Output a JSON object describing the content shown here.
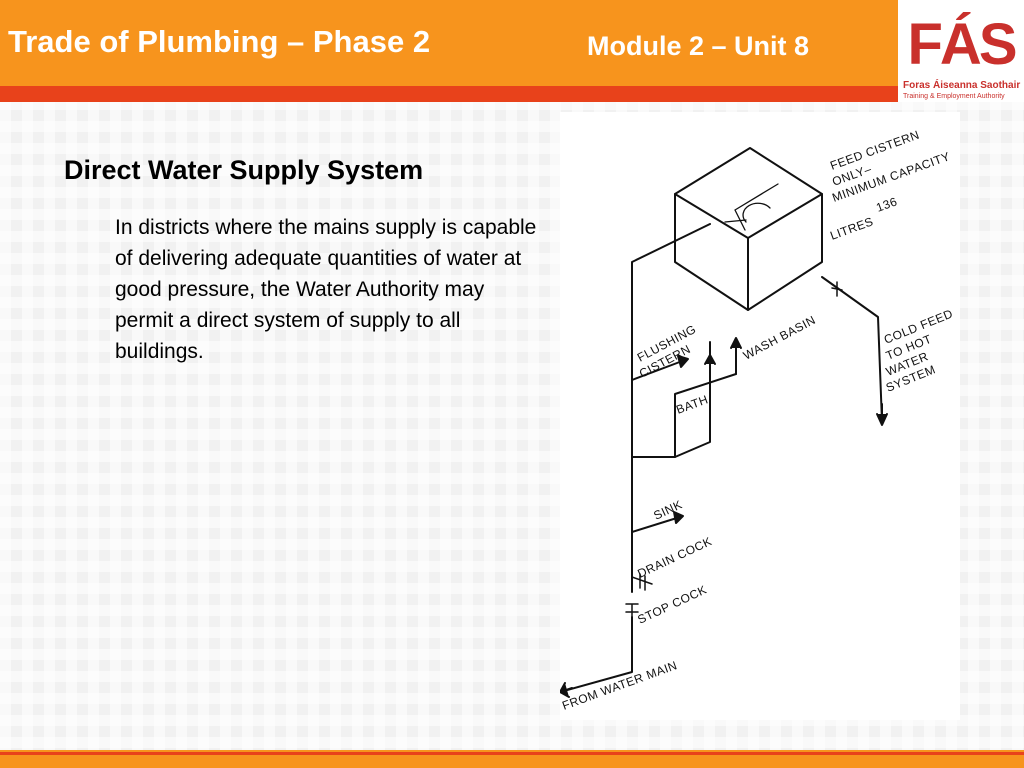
{
  "header": {
    "title_left": "Trade of Plumbing – Phase 2",
    "title_right": "Module 2 – Unit 8"
  },
  "logo": {
    "mark": "FÁS",
    "line1": "Foras Áiseanna Saothair",
    "line2": "Training & Employment Authority"
  },
  "slide": {
    "title": "Direct Water Supply System",
    "body": "In districts where the mains supply is capable of delivering adequate quantities of water at good pressure, the Water Authority may permit a direct system of supply to all buildings."
  },
  "diagram": {
    "feed_cistern": [
      "FEED CISTERN",
      "ONLY–",
      "MINIMUM CAPACITY",
      "LITRES",
      "136"
    ],
    "flushing_cistern": [
      "FLUSHING",
      "CISTERN"
    ],
    "wash_basin": "WASH BASIN",
    "cold_feed": [
      "COLD FEED",
      "TO HOT",
      "WATER",
      "SYSTEM"
    ],
    "bath": "BATH",
    "sink": "SINK",
    "drain_cock": "DRAIN COCK",
    "stop_cock": "STOP COCK",
    "water_main": "FROM WATER MAIN"
  },
  "colors": {
    "header_orange": "#f7941d",
    "header_red": "#e8421b",
    "logo_red": "#c9302c"
  }
}
